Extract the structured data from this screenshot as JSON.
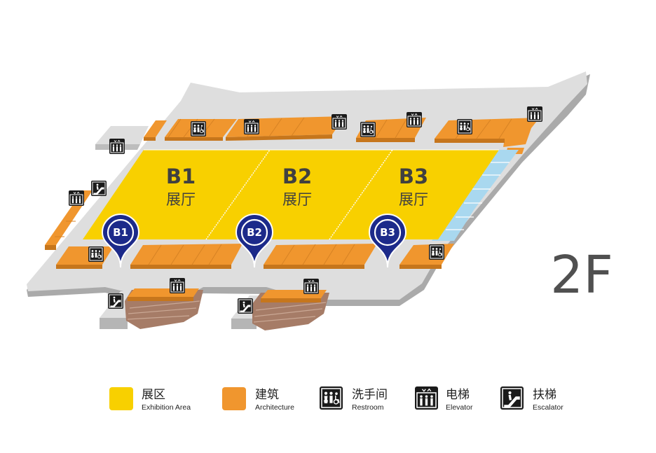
{
  "floor_label": "2F",
  "colors": {
    "exhibition": "#f8d000",
    "architecture": "#f0962e",
    "architecture_dark": "#c6761c",
    "walkway": "#dedede",
    "walkway_shadow": "#aaaaaa",
    "glass": "#a9d8ef",
    "pin": "#1c2a8a",
    "escalator_stair": "#a67c67",
    "icon_bg": "#1a1a1a"
  },
  "halls": [
    {
      "code": "B1",
      "name": "展厅",
      "pin": "B1"
    },
    {
      "code": "B2",
      "name": "展厅",
      "pin": "B2"
    },
    {
      "code": "B3",
      "name": "展厅",
      "pin": "B3"
    }
  ],
  "map_icons": [
    {
      "type": "restroom-icon"
    },
    {
      "type": "elevator-icon"
    },
    {
      "type": "elevator-icon"
    },
    {
      "type": "restroom-icon"
    },
    {
      "type": "elevator-icon"
    },
    {
      "type": "restroom-icon"
    },
    {
      "type": "elevator-icon"
    },
    {
      "type": "elevator-icon"
    },
    {
      "type": "escalator-icon"
    },
    {
      "type": "elevator-icon"
    },
    {
      "type": "restroom-icon"
    },
    {
      "type": "restroom-icon"
    },
    {
      "type": "elevator-icon"
    },
    {
      "type": "elevator-icon"
    },
    {
      "type": "escalator-icon"
    },
    {
      "type": "escalator-icon"
    }
  ],
  "legend": [
    {
      "cn": "展区",
      "en": "Exhibition Area",
      "swatch": "exhibition"
    },
    {
      "cn": "建筑",
      "en": "Architecture",
      "swatch": "architecture"
    },
    {
      "cn": "洗手间",
      "en": "Restroom",
      "icon": "restroom-icon"
    },
    {
      "cn": "电梯",
      "en": "Elevator",
      "icon": "elevator-icon"
    },
    {
      "cn": "扶梯",
      "en": "Escalator",
      "icon": "escalator-icon"
    }
  ]
}
